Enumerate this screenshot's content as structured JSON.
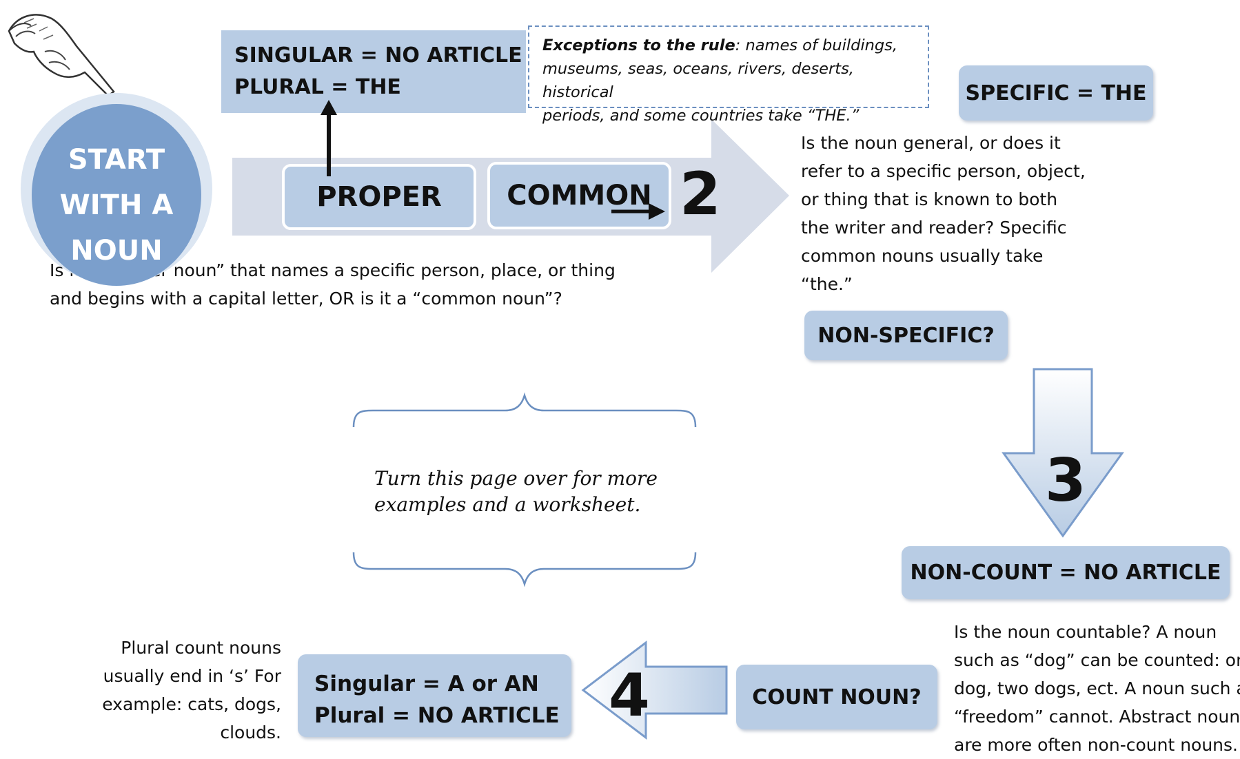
{
  "start": {
    "lines": [
      "START",
      "WITH A",
      "NOUN"
    ]
  },
  "step1": {
    "proper_label": "PROPER",
    "common_label": "COMMON",
    "number": "2",
    "question_lines": [
      "Is it a “proper noun” that names a specific person, place, or thing",
      "and begins with a capital letter, OR is it a “common noun”?"
    ]
  },
  "proper_rule": {
    "lines": [
      "SINGULAR = NO ARTICLE",
      "PLURAL = THE"
    ]
  },
  "exceptions": {
    "lead": "Exceptions to the rule",
    "lines": [
      ": names of buildings,",
      "museums, seas, oceans, rivers, deserts, historical",
      "periods, and some countries take “THE.”"
    ]
  },
  "specific": {
    "label": "SPECIFIC = THE",
    "question_lines": [
      "Is the noun general, or does it",
      "refer to a specific person, object,",
      "or thing that is known to both",
      "the writer and reader? Specific",
      "common nouns usually take",
      "“the.”"
    ]
  },
  "non_specific": {
    "label": "NON-SPECIFIC?"
  },
  "step3": {
    "number": "3"
  },
  "non_count": {
    "label": "NON-COUNT = NO ARTICLE",
    "question_lines": [
      "Is the noun countable? A noun",
      "such as “dog” can be counted: one",
      "dog, two dogs, ect. A noun such as",
      "“freedom” cannot. Abstract nouns",
      "are more often non-count nouns."
    ]
  },
  "count_noun": {
    "label": "COUNT NOUN?"
  },
  "step4": {
    "number": "4"
  },
  "count_rule": {
    "lines": [
      "Singular = A or AN",
      "Plural = NO ARTICLE"
    ]
  },
  "plural_note": {
    "lines": [
      "Plural count nouns",
      "usually end in ‘s’ For",
      "example: cats, dogs,",
      "clouds."
    ]
  },
  "turn_page": {
    "lines": [
      "Turn this page over for more",
      "examples and a worksheet."
    ]
  },
  "colors": {
    "box_fill": "#b8cce4",
    "circle_fill": "#7b9fcc",
    "arrow_fill": "#d6dce8",
    "text": "#111111"
  }
}
